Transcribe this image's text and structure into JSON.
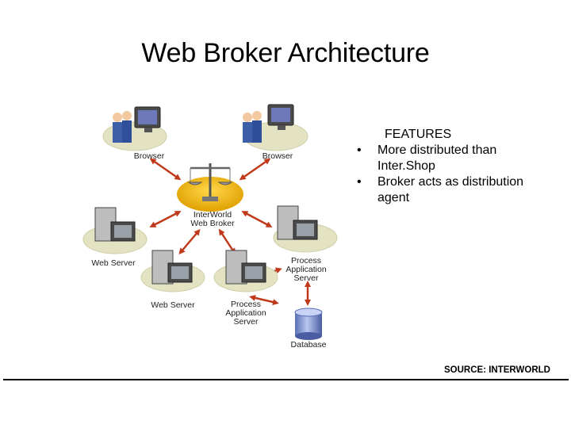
{
  "slide": {
    "title": "Web Broker Architecture",
    "source": "SOURCE: INTERWORLD"
  },
  "features": {
    "heading": "FEATURES",
    "bullet_glyph": "•",
    "items": [
      {
        "line1": "More distributed than",
        "line2": "Inter.Shop"
      },
      {
        "line1": "Broker acts as distribution",
        "line2": "agent"
      }
    ]
  },
  "diagram": {
    "browser_left": "Browser",
    "browser_right": "Browser",
    "broker_line1": "InterWorld",
    "broker_line2": "Web Broker",
    "web_server_left": "Web Server",
    "web_server_bottom": "Web Server",
    "process_right_1": "Process",
    "process_right_2": "Application",
    "process_right_3": "Server",
    "process_bottom_1": "Process",
    "process_bottom_2": "Application",
    "process_bottom_3": "Server",
    "database": "Database",
    "colors": {
      "arrow": "#c0391a",
      "platform": "#e3e3c4",
      "broker_disc": "#f0b400",
      "database": "#8a9ed6"
    }
  }
}
